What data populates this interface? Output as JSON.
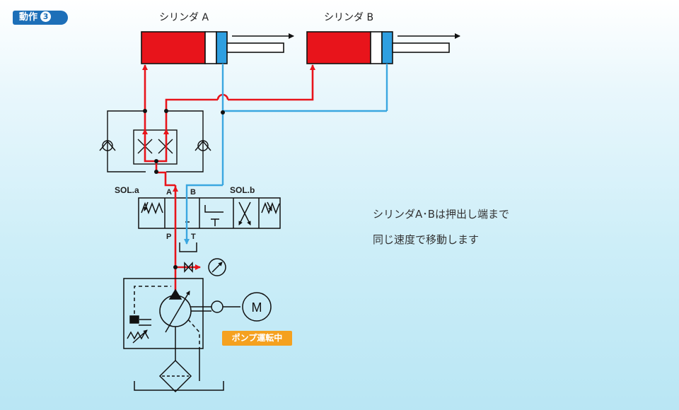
{
  "badge": {
    "text": "動作",
    "number": "3"
  },
  "cylinders": {
    "a_label": "シリンダ A",
    "b_label": "シリンダ B"
  },
  "valve": {
    "sol_a": "SOL.a",
    "sol_b": "SOL.b",
    "port_a": "A",
    "port_b": "B",
    "port_p": "P",
    "port_t": "T"
  },
  "motor": {
    "symbol": "M"
  },
  "description": {
    "line1": "シリンダA･Bは押出し端まで",
    "line2": "同じ速度で移動します"
  },
  "status_tag": "ポンプ運転中",
  "colors": {
    "pressure_line": "#e8141b",
    "return_line": "#3aa7e0",
    "cylinder_fill": "#e8141b",
    "rod_side_fill": "#2f9fe0",
    "tag": "#f5a11f",
    "badge": "#1d6fb8"
  }
}
